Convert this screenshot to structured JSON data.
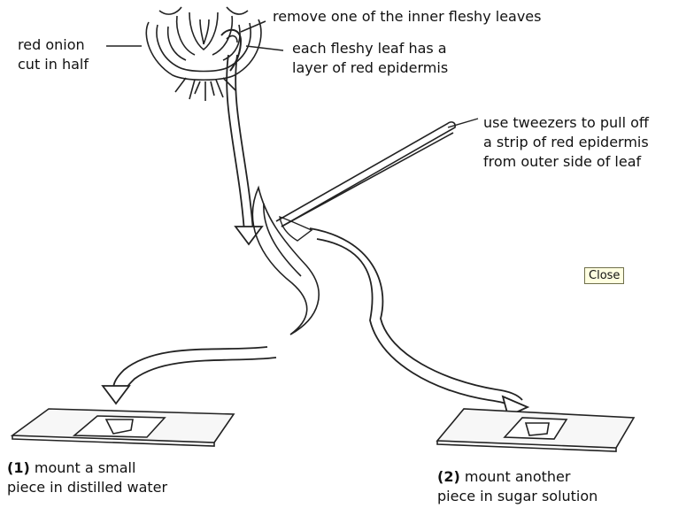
{
  "labels": {
    "red_onion": [
      "red onion",
      "cut in half"
    ],
    "remove_leaf": "remove one of the inner fleshy leaves",
    "fleshy_leaf": [
      "each fleshy leaf has a",
      "layer of red epidermis"
    ],
    "tweezers": [
      "use tweezers to pull off",
      "a strip of red epidermis",
      "from outer side of leaf"
    ],
    "mount1": {
      "number": "(1)",
      "line1": "mount a small",
      "line2": "piece in distilled water"
    },
    "mount2": {
      "number": "(2)",
      "line1": "mount another",
      "line2": "piece in sugar solution"
    }
  },
  "close_button": "Close"
}
